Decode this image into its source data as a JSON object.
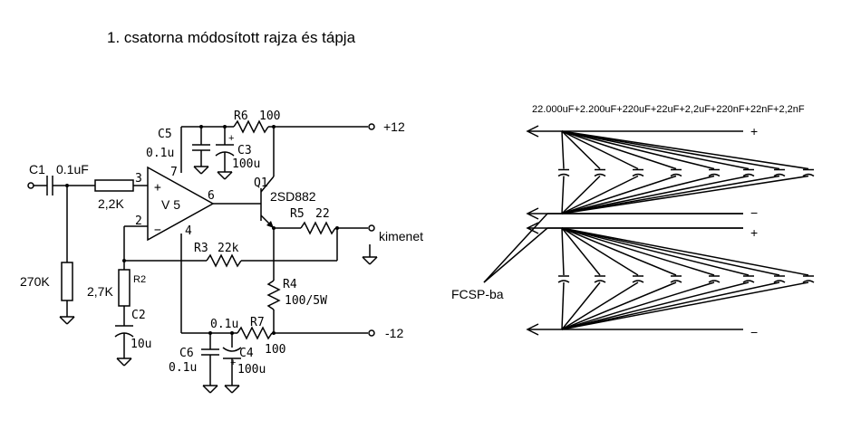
{
  "title": "1. csatorna módosított rajza és tápja",
  "schematic": {
    "c1": {
      "name": "C1",
      "value": "0.1uF"
    },
    "r_in": {
      "value": "2,2K"
    },
    "r_bias": {
      "value": "270K"
    },
    "r2": {
      "name": "R2",
      "value": "2,7K"
    },
    "c2": {
      "name": "C2",
      "value": "10u"
    },
    "c5": {
      "name": "C5",
      "value": "0.1u"
    },
    "c3": {
      "name": "C3",
      "value": "100u"
    },
    "r6": {
      "name": "R6",
      "value": "100"
    },
    "opamp": {
      "name": "V 5",
      "pin3": "3",
      "pin2": "2",
      "pin7": "7",
      "pin6": "6",
      "pin4": "4",
      "plus": "+",
      "minus": "−"
    },
    "q1": {
      "name": "Q1",
      "part": "2SD882"
    },
    "r5": {
      "name": "R5",
      "value": "22"
    },
    "r3": {
      "name": "R3",
      "value": "22k"
    },
    "r4": {
      "name": "R4",
      "value": "100/5W"
    },
    "r7": {
      "name": "R7",
      "value": "100"
    },
    "c6": {
      "name": "C6",
      "value": "0.1u"
    },
    "c4": {
      "name": "C4",
      "value": "100u"
    },
    "c4_top": {
      "value": "0.1u"
    },
    "supply_pos": "+12",
    "supply_neg": "-12",
    "output": "kimenet"
  },
  "power": {
    "caps": "22.000uF+2.200uF+220uF+22uF+2,2uF+220nF+22nF+2,2nF",
    "plus1": "+",
    "minus1": "−",
    "plus2": "+",
    "minus2": "−",
    "fcsp": "FCSP-ba"
  }
}
